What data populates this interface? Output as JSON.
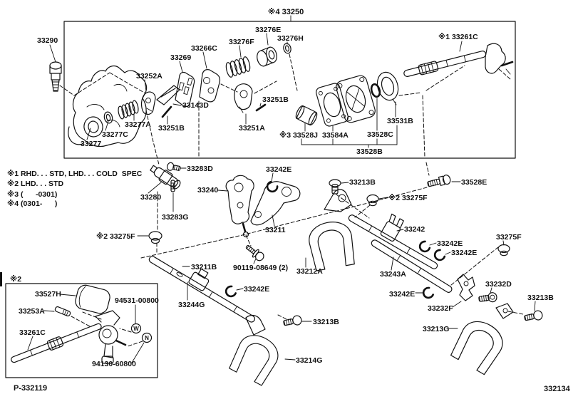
{
  "diagram": {
    "title": "※4 33250",
    "figure_number": "332134",
    "page_ref": "P-332119",
    "inset_tag": "※2",
    "legend": {
      "line1": "※1 RHD. . . STD, LHD. . . COLD  SPEC",
      "line2": "※2 LHD. . . STD",
      "line3": "※3 (      -0301)",
      "line4": "※4 (0301-      )"
    },
    "parts": {
      "33290": "33290",
      "33269": "33269",
      "33266C": "33266C",
      "33276F": "33276F",
      "33276E": "33276E",
      "33276H": "33276H",
      "33252A": "33252A",
      "33143D": "33143D",
      "33277A": "33277A",
      "33251B": "33251B",
      "33277C": "33277C",
      "33277": "33277",
      "33251A": "33251A",
      "33261C_rhd": "※1 33261C",
      "33531B": "33531B",
      "33528C": "33528C",
      "33584A": "33584A",
      "33528J_pre": "※3 33528J",
      "33528B": "33528B",
      "33283D": "33283D",
      "33280": "33280",
      "33283G": "33283G",
      "33275F_lhd": "※2 33275F",
      "33240": "33240",
      "33242E": "33242E",
      "33211": "33211",
      "33213B": "33213B",
      "33528E": "33528E",
      "33242": "33242",
      "33275F": "33275F",
      "33212A": "33212A",
      "33243A": "33243A",
      "33211B": "33211B",
      "90119_08649": "90119-08649 (2)",
      "33244G": "33244G",
      "33232D": "33232D",
      "33232F": "33232F",
      "33213G": "33213G",
      "33214G": "33214G",
      "33527H": "33527H",
      "33253A": "33253A",
      "33261C": "33261C",
      "94531_00800": "94531-00800",
      "94130_60800": "94130-60800",
      "marker_w": "W",
      "marker_n": "N"
    }
  }
}
